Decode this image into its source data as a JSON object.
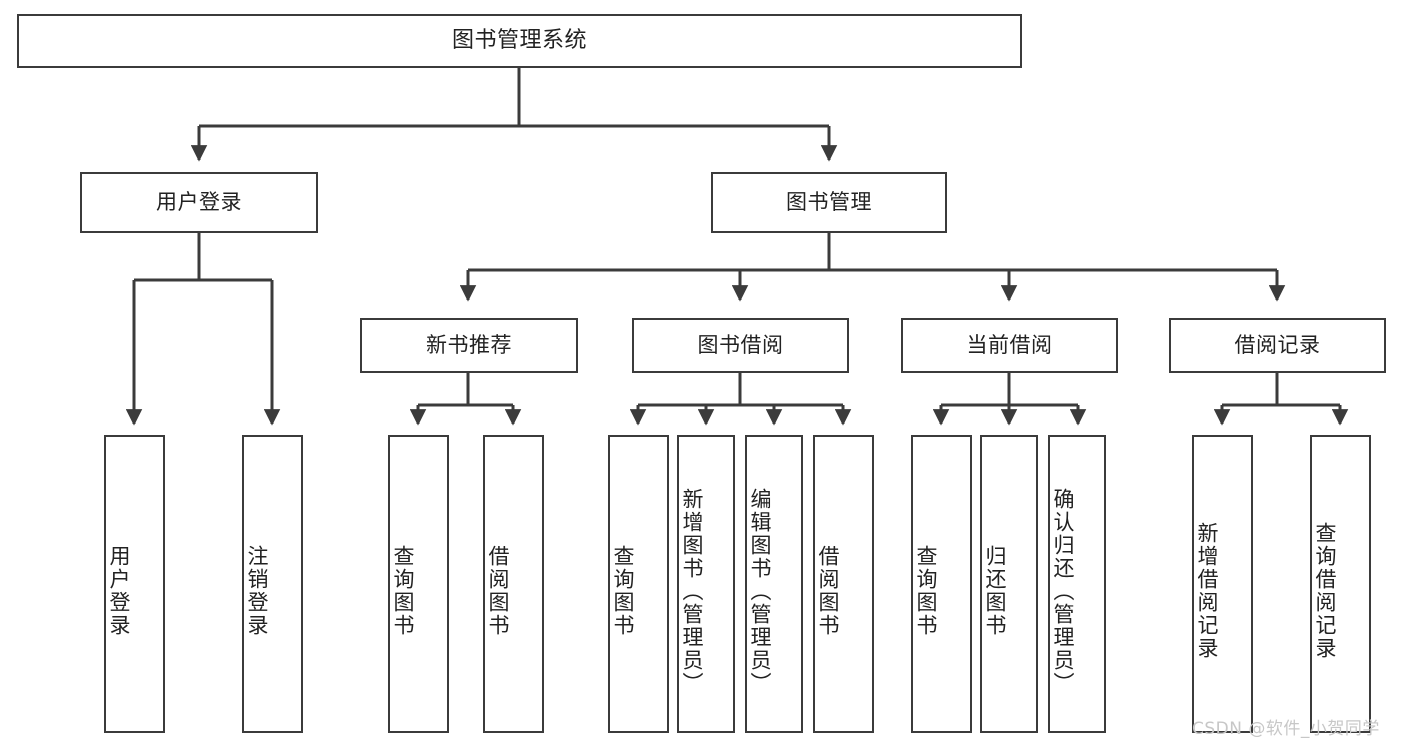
{
  "diagram": {
    "title": "图书管理系统",
    "type": "tree-hierarchy",
    "colors": {
      "stroke": "#3b3b3b",
      "fill": "#ffffff",
      "text": "#222222",
      "watermark": "#c7c7c7"
    },
    "root": {
      "label": "图书管理系统"
    },
    "level2": [
      {
        "label": "用户登录"
      },
      {
        "label": "图书管理"
      }
    ],
    "level3": [
      {
        "label": "新书推荐"
      },
      {
        "label": "图书借阅"
      },
      {
        "label": "当前借阅"
      },
      {
        "label": "借阅记录"
      }
    ],
    "leaves": {
      "user_login": [
        {
          "label": "用户登录"
        },
        {
          "label": "注销登录"
        }
      ],
      "new_book": [
        {
          "label": "查询图书"
        },
        {
          "label": "借阅图书"
        }
      ],
      "book_borrow": [
        {
          "label": "查询图书"
        },
        {
          "label": "新增图书（管理员）"
        },
        {
          "label": "编辑图书（管理员）"
        },
        {
          "label": "借阅图书"
        }
      ],
      "current_borrow": [
        {
          "label": "查询图书"
        },
        {
          "label": "归还图书"
        },
        {
          "label": "确认归还（管理员）"
        }
      ],
      "borrow_record": [
        {
          "label": "新增借阅记录"
        },
        {
          "label": "查询借阅记录"
        }
      ]
    },
    "watermark": "CSDN @软件_小贺同学"
  }
}
